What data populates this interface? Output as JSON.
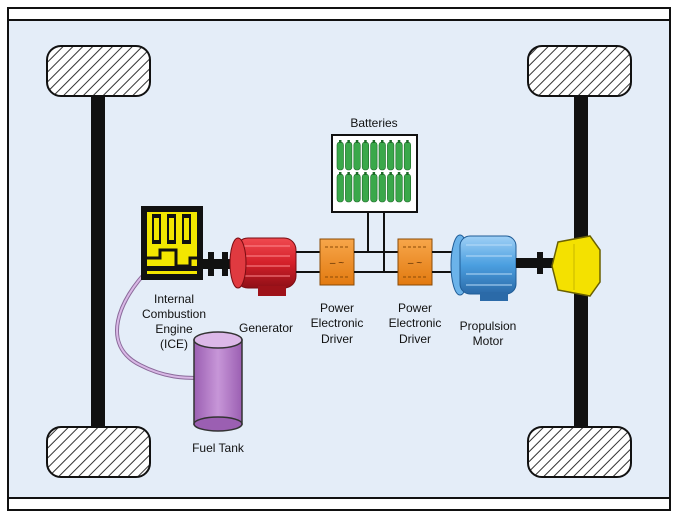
{
  "labels": {
    "batteries": "Batteries",
    "ice": [
      "Internal",
      "Combustion",
      "Engine",
      "(ICE)"
    ],
    "generator": "Generator",
    "driver_left": [
      "Power",
      "Electronic",
      "Driver"
    ],
    "driver_right": [
      "Power",
      "Electronic",
      "Driver"
    ],
    "motor": [
      "Propulsion",
      "Motor"
    ],
    "fuel_tank": "Fuel Tank"
  },
  "colors": {
    "background": "#e4edf8",
    "engine_yellow": "#f2e600",
    "generator_red": "#d4202a",
    "driver_orange": "#f08c1e",
    "motor_blue": "#4b9fe0",
    "battery_green": "#3aa84a",
    "fuel_tank_purple": "#b77fc8",
    "differential_yellow": "#f4e100"
  }
}
